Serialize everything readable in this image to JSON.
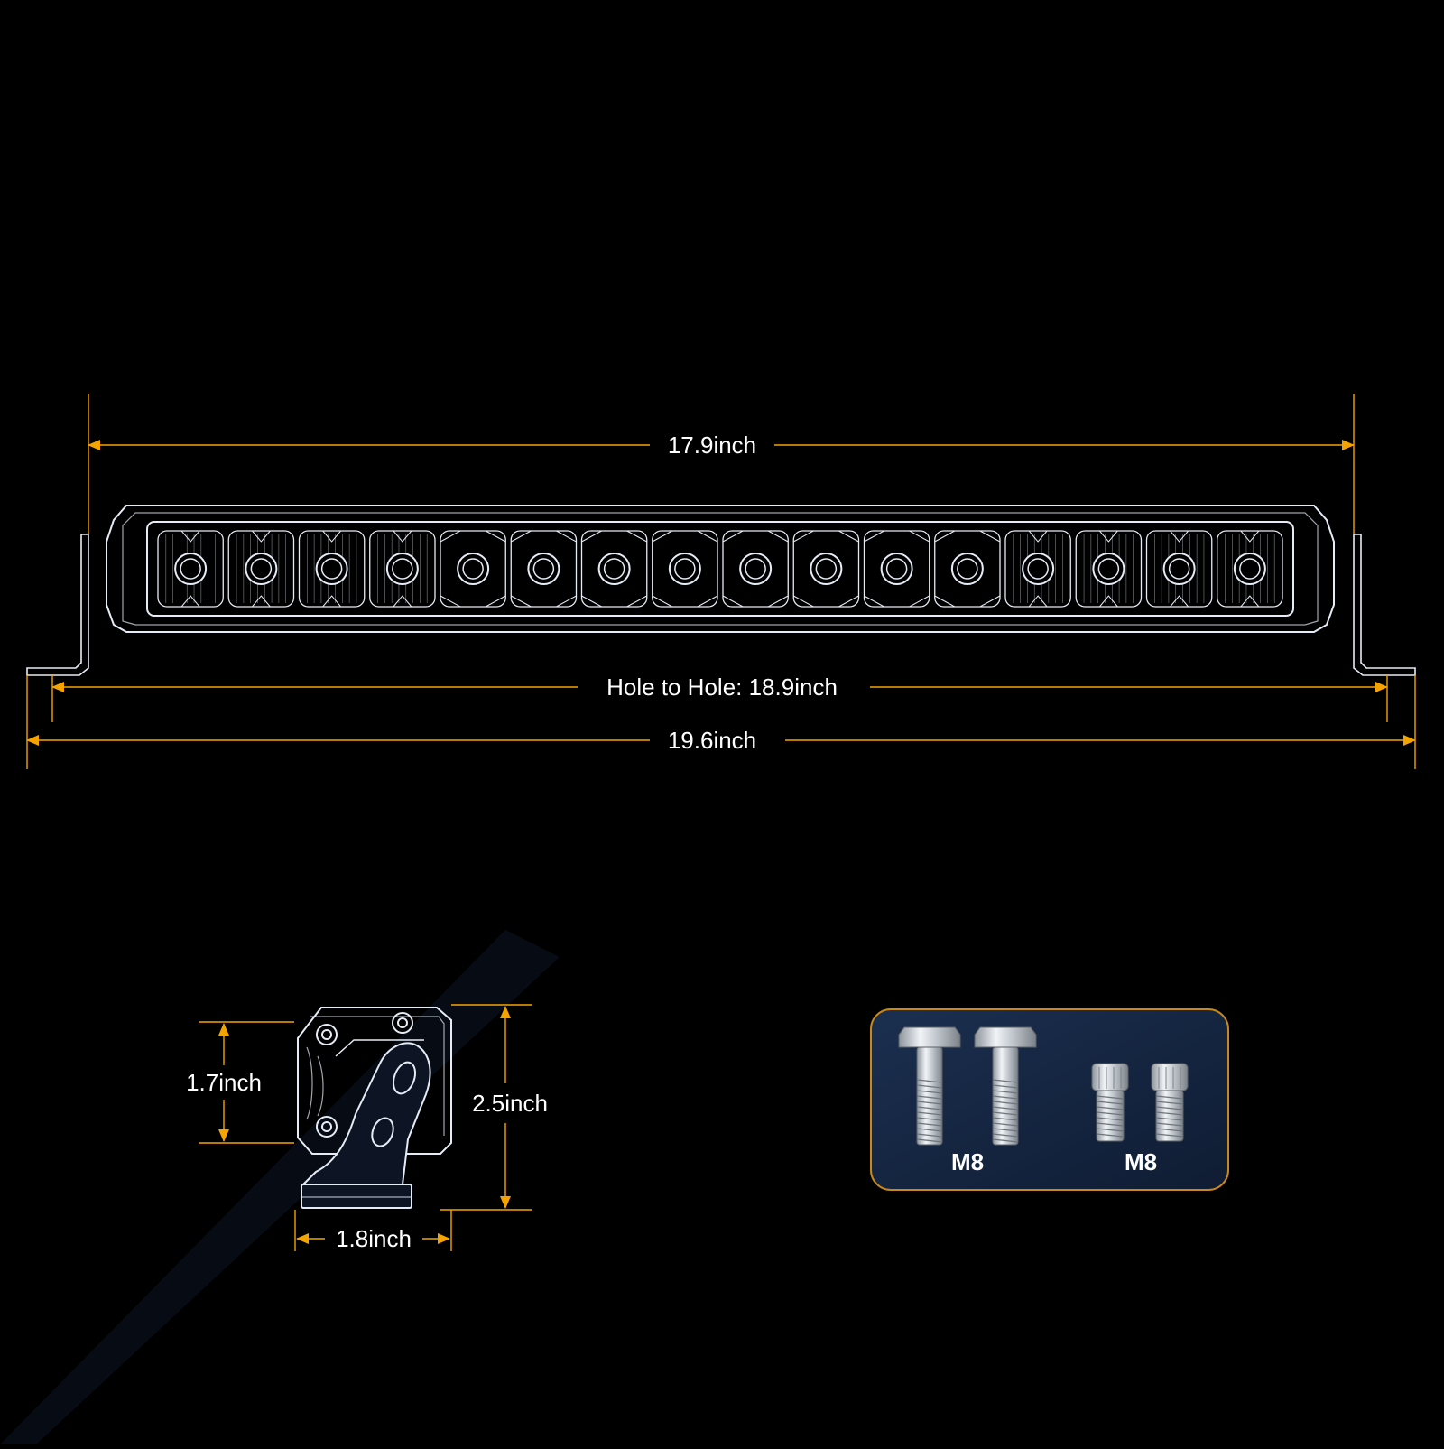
{
  "colors": {
    "background": "#000000",
    "dimension": "#f5a300",
    "outline": "#e6ecf5",
    "label": "#ffffff",
    "panel_fill": "#13233d",
    "panel_border": "#c9891a"
  },
  "dimensions": {
    "bar_width": "17.9inch",
    "hole_to_hole": "Hole to Hole: 18.9inch",
    "overall_width": "19.6inch",
    "bracket_height": "1.7inch",
    "total_height": "2.5inch",
    "bracket_depth": "1.8inch"
  },
  "light_bar": {
    "led_count": 16,
    "segment_pattern": [
      "combo",
      "combo",
      "combo",
      "combo",
      "spot",
      "spot",
      "spot",
      "spot",
      "spot",
      "spot",
      "spot",
      "spot",
      "combo",
      "combo",
      "combo",
      "combo"
    ]
  },
  "hardware": {
    "bolts": [
      {
        "type": "hex-bolt",
        "label": "M8",
        "count": 2
      },
      {
        "type": "socket-cap-screw",
        "label": "M8",
        "count": 2
      }
    ]
  }
}
